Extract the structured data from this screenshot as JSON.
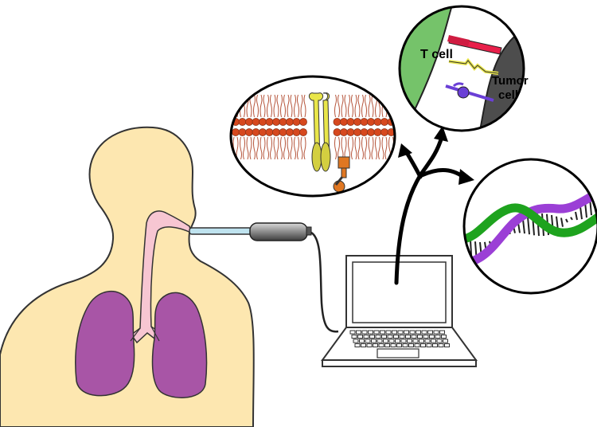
{
  "labels": {
    "t_cell": "T cell",
    "tumor_line1": "Tumor",
    "tumor_line2": "cell"
  },
  "colors": {
    "skin": "#fde7b0",
    "airway": "#f7c6d2",
    "lungs": "#a855a6",
    "tube": "#bfe3ef",
    "membrane_heads": "#d6481e",
    "membrane_tails": "#b5543a",
    "receptor": "#e9e64a",
    "kinase": "#e07722",
    "t_cell": "#75c36a",
    "tumor_cell": "#4d4d4d",
    "dna_purple": "#9b3fd6",
    "dna_green": "#1ea31e",
    "pd1": "#e8204a",
    "pdl1": "#e9e64a",
    "cd80": "#6a3fd6"
  },
  "icons": [
    "human-silhouette",
    "lung-icon",
    "sensor-device",
    "laptop-icon",
    "membrane-receptor",
    "immune-synapse",
    "dna-helix",
    "branching-arrow"
  ]
}
